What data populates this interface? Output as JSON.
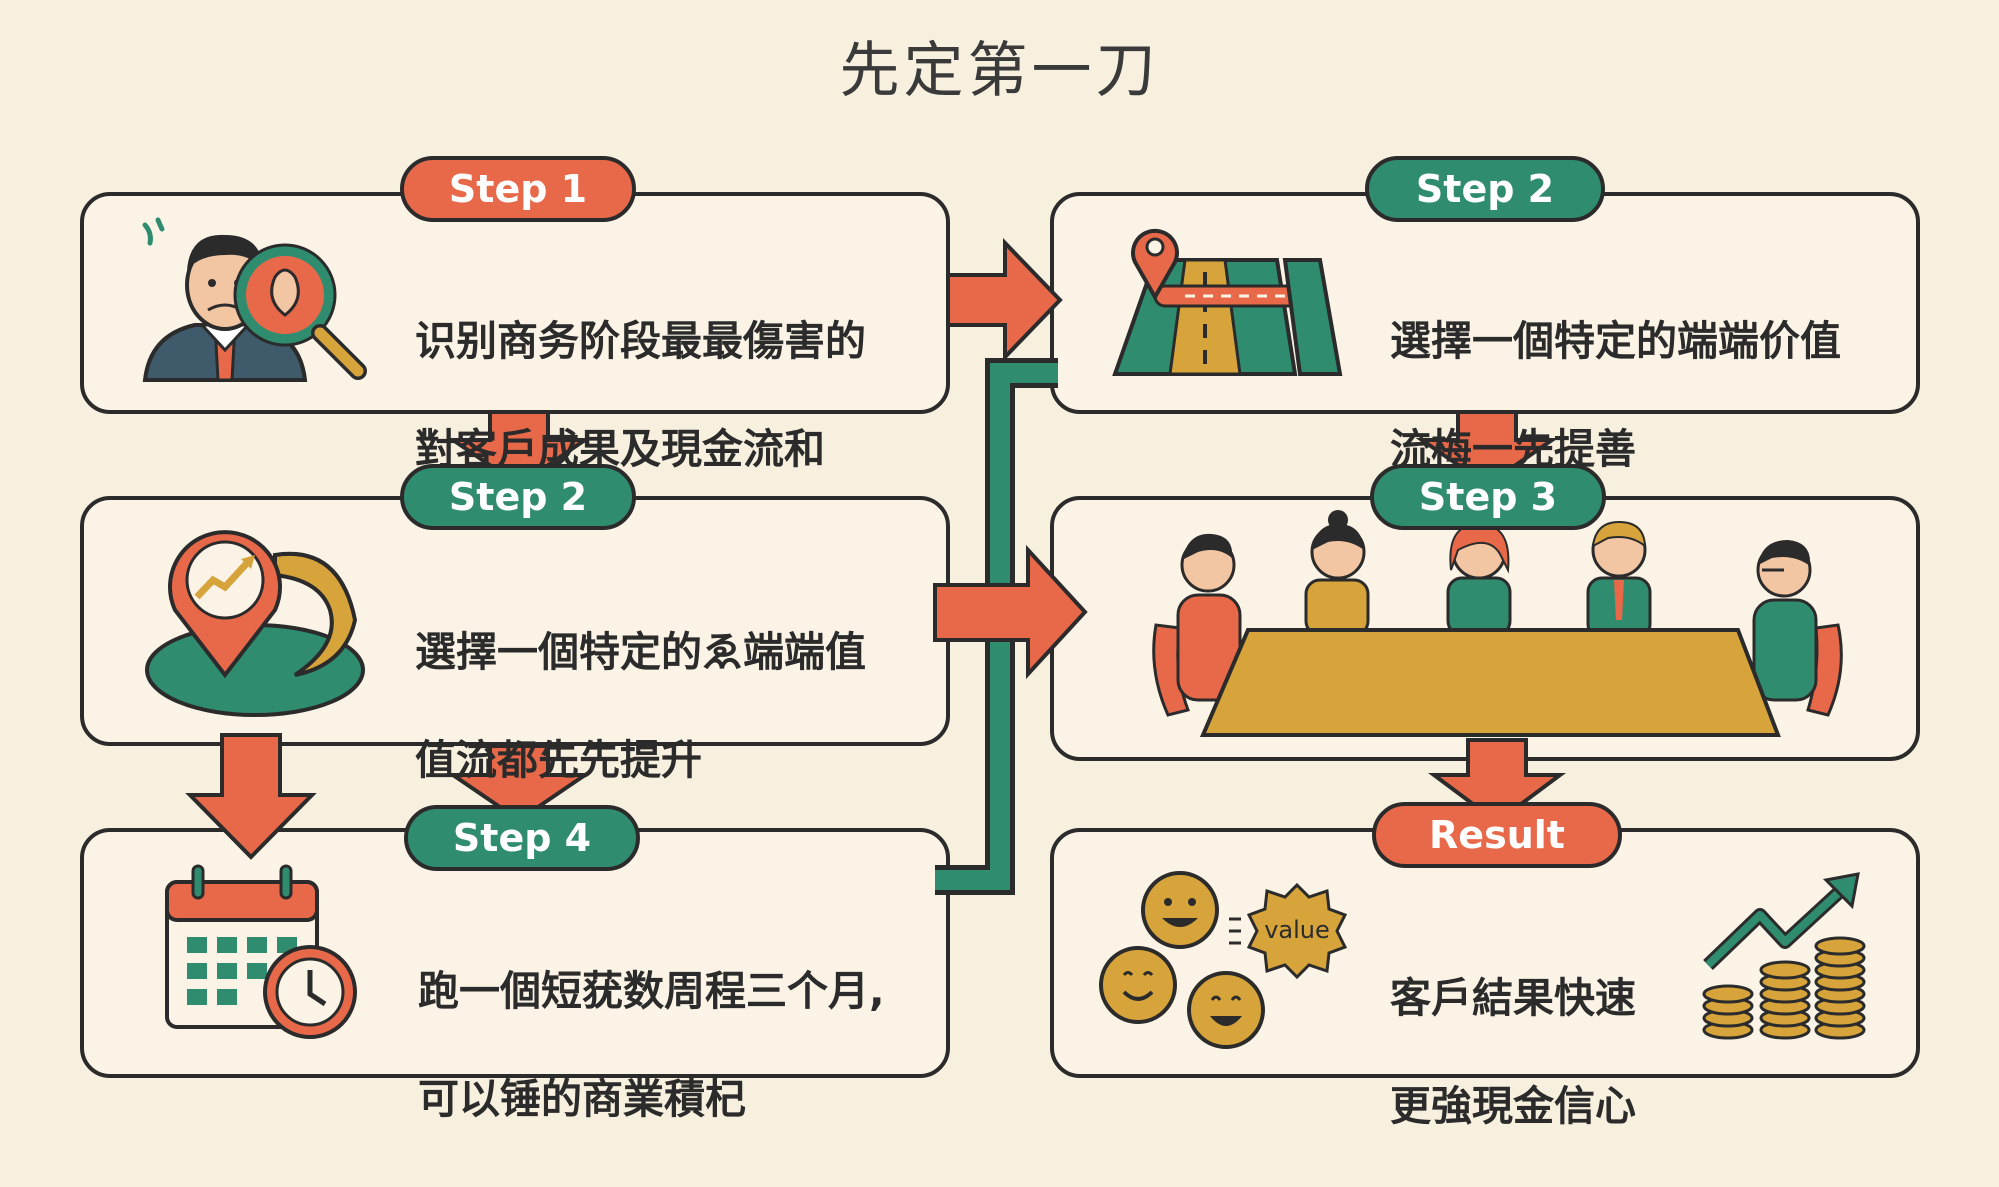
{
  "title": "先定第一刀",
  "colors": {
    "orange": "#e8694a",
    "green": "#2f8c6f",
    "mustard": "#d6a43b",
    "ink": "#2b2b2b",
    "background": "#f8f0df"
  },
  "left_column": [
    {
      "step_label": "Step 1",
      "line1": "识别商务阶段最最傷害的",
      "line2": "對客戶成果及現金流和",
      "icon": "worried-businessman-magnifier-icon"
    },
    {
      "step_label": "Step 2",
      "line1": "選擇一個特定的ゑ端端值",
      "line2": "值流都先先提升",
      "icon": "location-pin-growth-icon"
    },
    {
      "step_label": "Step 4",
      "line1": "跑一個短莸数周程三个月,",
      "line2": "可以锤的商業積杞",
      "icon": "calendar-clock-icon"
    }
  ],
  "right_column": [
    {
      "step_label": "Step 2",
      "line1": "選擇一個特定的端端价值",
      "line2": "流梅一先提善",
      "icon": "road-map-pin-icon"
    },
    {
      "step_label": "Step 3",
      "icon": "team-meeting-table-icon"
    },
    {
      "step_label": "Result",
      "line1": "客戶結果快速",
      "line2": "更強現金信心",
      "value_badge": "value",
      "icons": [
        "smiley-faces-icon",
        "value-badge-icon",
        "coins-growth-chart-icon"
      ]
    }
  ]
}
